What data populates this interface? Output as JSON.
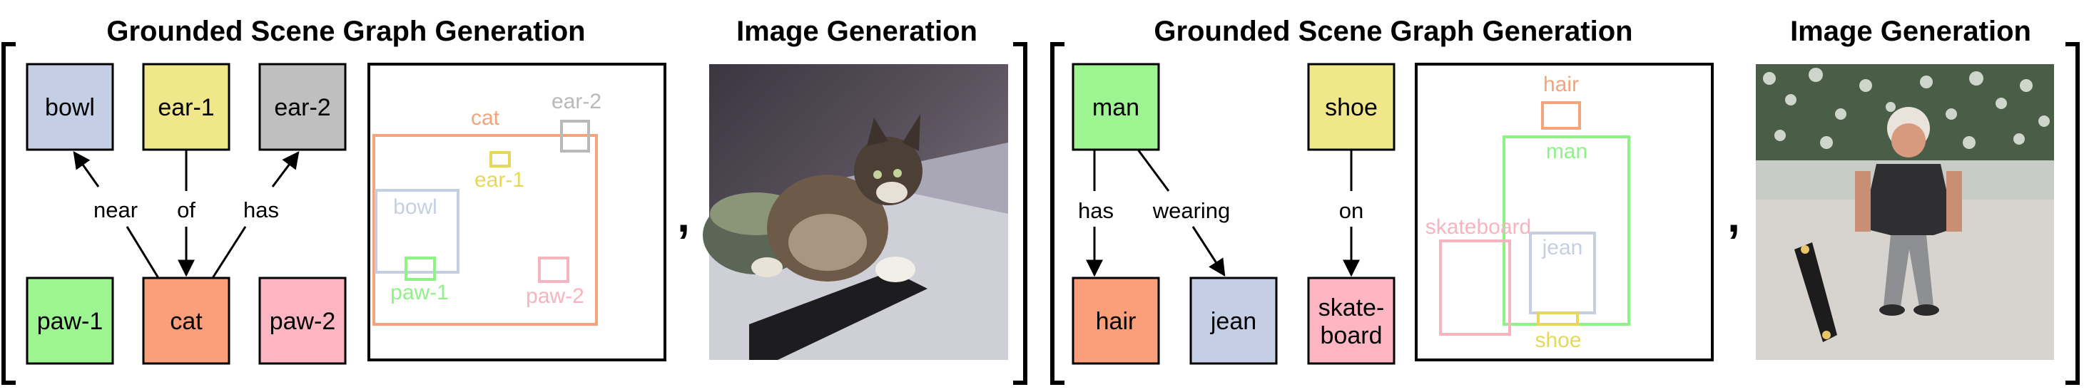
{
  "colors": {
    "green": "#9cf590",
    "yellow": "#f0e68a",
    "gray": "#bfbfbf",
    "blue": "#c4cfe6",
    "orange": "#fa9f79",
    "pink": "#fdb6c1",
    "lbl_orange": "#f5a37a",
    "lbl_gray": "#b9b9b9",
    "lbl_yellow": "#e6d85a",
    "lbl_blue": "#c6cfe2",
    "lbl_green": "#8ef286",
    "lbl_pink": "#f8b3c0"
  },
  "left": {
    "sg_title": "Grounded Scene Graph Generation",
    "img_title": "Image Generation",
    "nodes": {
      "bowl": "bowl",
      "ear1": "ear-1",
      "ear2": "ear-2",
      "paw1": "paw-1",
      "cat": "cat",
      "paw2": "paw-2"
    },
    "edges": {
      "near": "near",
      "of": "of",
      "has": "has"
    },
    "boxes": {
      "cat": "cat",
      "ear2": "ear-2",
      "ear1": "ear-1",
      "bowl": "bowl",
      "paw1": "paw-1",
      "paw2": "paw-2"
    }
  },
  "right": {
    "sg_title": "Grounded Scene Graph Generation",
    "img_title": "Image Generation",
    "nodes": {
      "man": "man",
      "shoe": "shoe",
      "hair": "hair",
      "jean": "jean",
      "skate1": "skate-",
      "skate2": "board"
    },
    "edges": {
      "has": "has",
      "wearing": "wearing",
      "on": "on"
    },
    "boxes": {
      "hair": "hair",
      "man": "man",
      "skateboard": "skateboard",
      "jean": "jean",
      "shoe": "shoe"
    }
  },
  "comma": ","
}
